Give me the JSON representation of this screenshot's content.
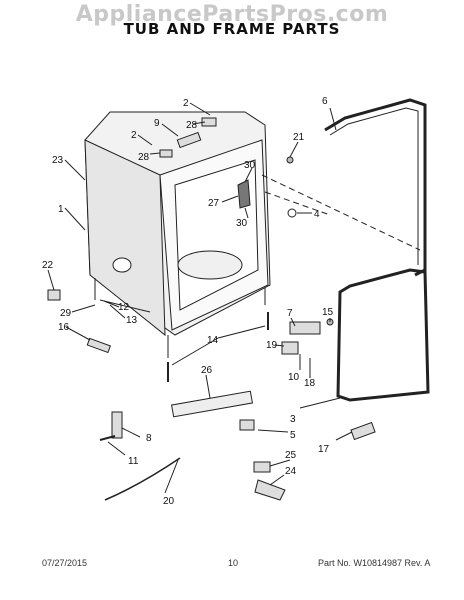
{
  "watermark": "AppliancePartsPros.com",
  "title": "TUB AND FRAME PARTS",
  "footer": {
    "date": "07/27/2015",
    "page": "10",
    "part_rev": "Part No. W10814987  Rev. A"
  },
  "callouts": [
    "1",
    "2",
    "2",
    "3",
    "4",
    "5",
    "6",
    "7",
    "8",
    "9",
    "10",
    "11",
    "12",
    "13",
    "14",
    "15",
    "16",
    "17",
    "18",
    "19",
    "20",
    "21",
    "22",
    "23",
    "24",
    "25",
    "26",
    "27",
    "28",
    "28",
    "29",
    "30",
    "30"
  ]
}
